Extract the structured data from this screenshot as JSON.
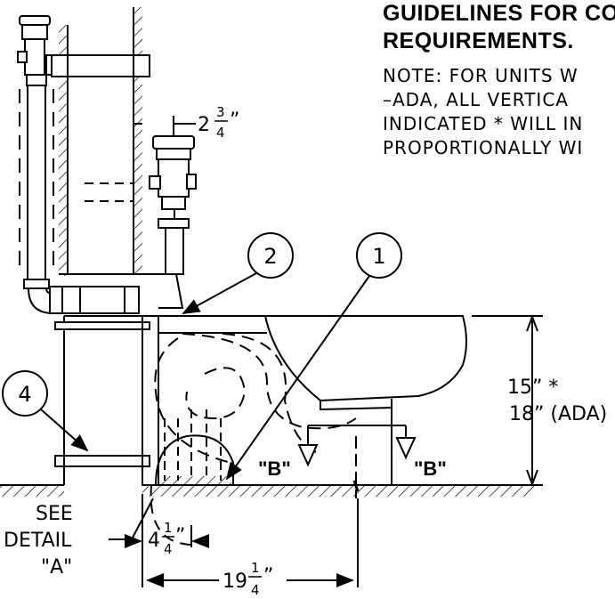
{
  "heading": {
    "line1": "GUIDELINES FOR CO",
    "line2": "REQUIREMENTS."
  },
  "note": {
    "line1": "NOTE: FOR UNITS W",
    "line2": "–ADA, ALL VERTICA",
    "line3": "INDICATED * WILL IN",
    "line4": "PROPORTIONALLY WI"
  },
  "dimensions": {
    "offset_whole": "2",
    "offset_num": "3",
    "offset_den": "4",
    "offset_inch": "”",
    "height_std": "15”  *",
    "height_ada": "18” (ADA)",
    "setback_whole": "4",
    "setback_num": "1",
    "setback_den": "4",
    "setback_inch": "”",
    "length_whole": "19",
    "length_num": "1",
    "length_den": "4",
    "length_inch": "”"
  },
  "callouts": {
    "c1": "1",
    "c2": "2",
    "c4": "4"
  },
  "sections": {
    "b_left": "\"B\"",
    "b_right": "\"B\""
  },
  "detail": {
    "line1": "SEE",
    "line2": "DETAIL",
    "line3": "\"A\""
  }
}
